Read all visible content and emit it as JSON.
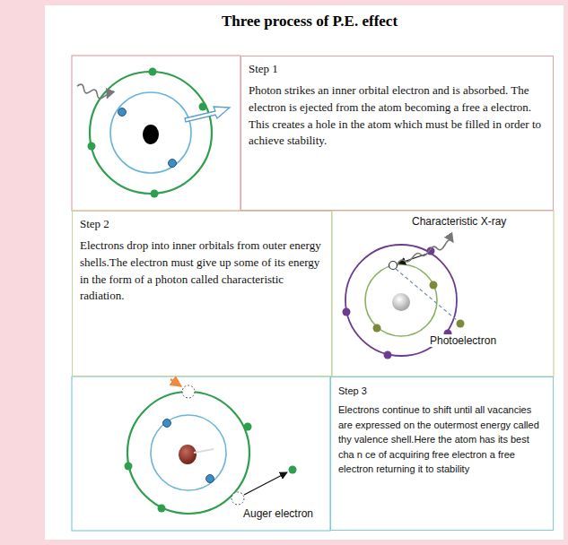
{
  "diagram": {
    "title": "Three process of P.E. effect",
    "nodes": [
      {
        "text": [
          "Step 1",
          "Photon strikes an inner orbital electron and is absorbed. The electron is ejected from the atom becoming a free a electron. This creates a hole in the atom which must be filled in order to achieve stability."
        ]
      },
      {
        "text": [
          "Step 2",
          "Electrons drop into inner orbitals from outer energy shells.The electron must give up some of its energy in the form of a photon called characteristic radiation."
        ]
      },
      {
        "text": [
          "Step 3",
          "Electrons continue to shift until all vacancies are expressed on the outermost energy called thy valence shell.Here the atom has its best cha n ce of acquiring free electron a free electron returning it to stability"
        ]
      }
    ],
    "labels": [
      "Characteristic X-ray",
      "Photoelectron",
      "Auger electron"
    ]
  }
}
